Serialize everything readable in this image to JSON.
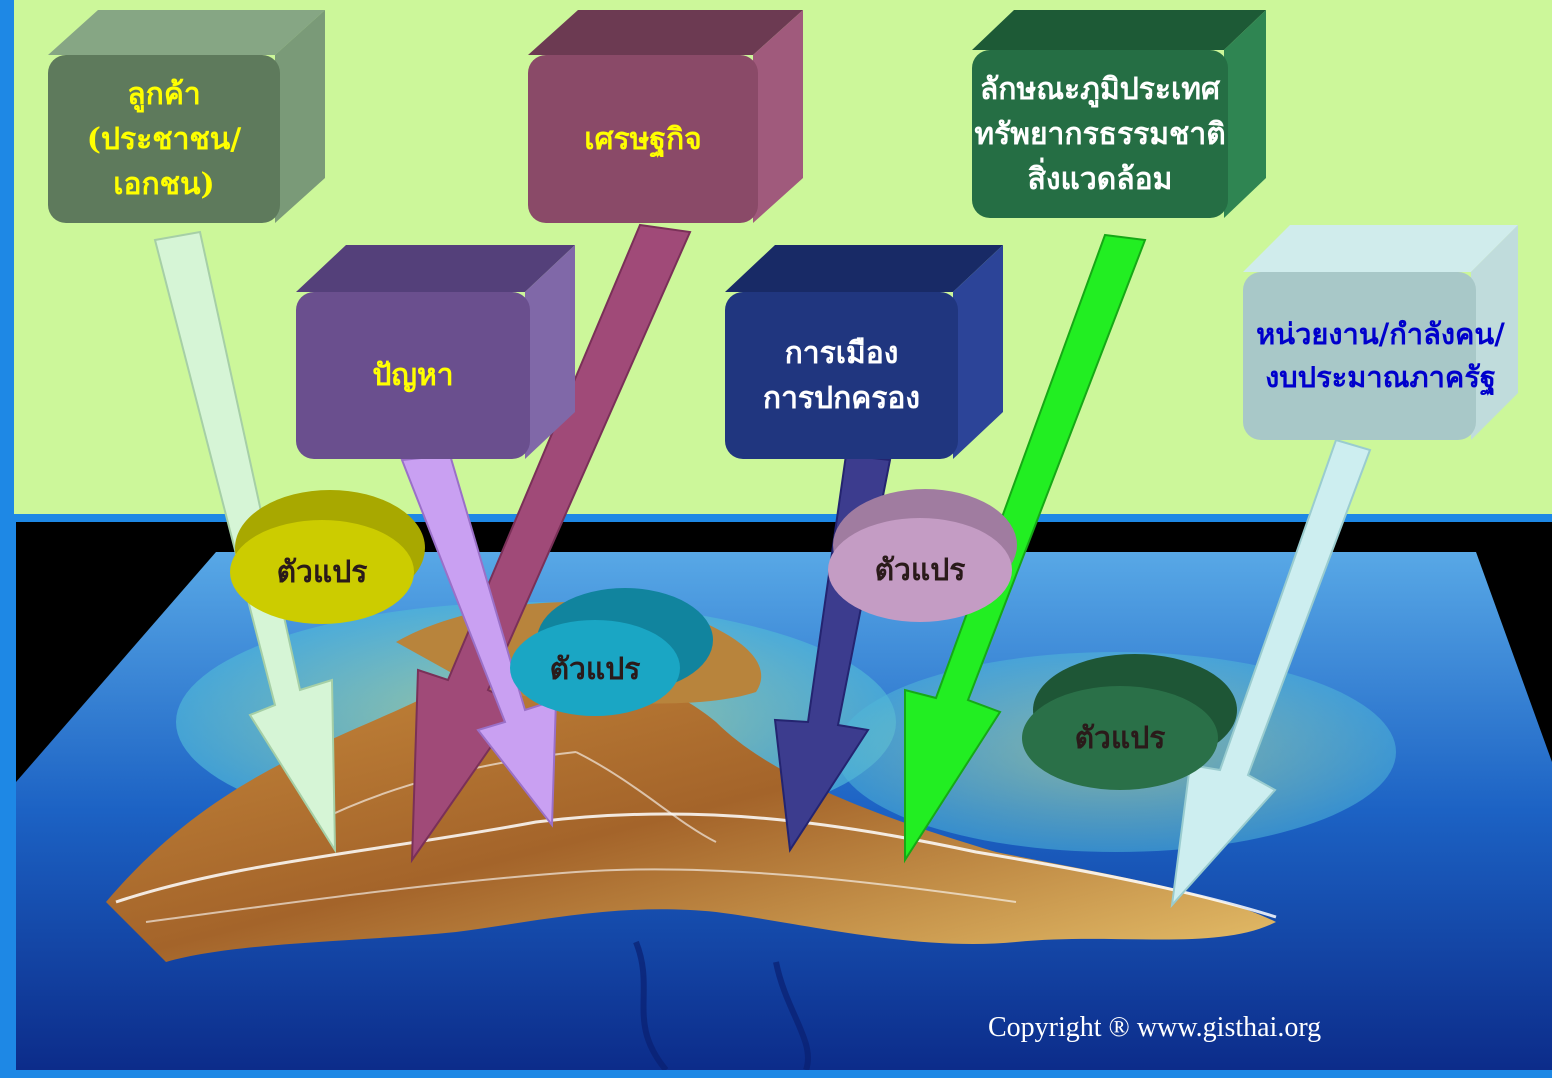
{
  "boxes": [
    {
      "lines": [
        "ลูกค้า",
        "(ประชาชน/เอกชน)"
      ],
      "text_color": "#ffff00",
      "front": "#5e7a5c",
      "side": "#7a9a78",
      "top": "#86a684"
    },
    {
      "lines": [
        "เศรษฐกิจ"
      ],
      "text_color": "#ffff00",
      "front": "#8a4a68",
      "side": "#a05a7c",
      "top": "#6c3a52"
    },
    {
      "lines": [
        "ลักษณะภูมิประเทศ",
        "ทรัพยากรธรรมชาติ",
        "สิ่งแวดล้อม"
      ],
      "text_color": "#ffffff",
      "front": "#256e44",
      "side": "#2f8552",
      "top": "#1d5a36"
    },
    {
      "lines": [
        "ปัญหา"
      ],
      "text_color": "#ffff00",
      "front": "#6a4f8e",
      "side": "#8068a8",
      "top": "#54407a"
    },
    {
      "lines": [
        "การเมือง",
        "การปกครอง"
      ],
      "text_color": "#ffffff",
      "front": "#20367f",
      "side": "#2c4498",
      "top": "#182a66"
    },
    {
      "lines": [
        "หน่วยงาน/กำลังคน/",
        "งบประมาณภาครัฐ"
      ],
      "text_color": "#0000cc",
      "front": "#a8c8c8",
      "side": "#c0dcdc",
      "top": "#d0ecec"
    }
  ],
  "variables": [
    {
      "label": "ตัวแปร",
      "color": "#cccc00"
    },
    {
      "label": "ตัวแปร",
      "color": "#1aa6c4"
    },
    {
      "label": "ตัวแปร",
      "color": "#c49cc4"
    },
    {
      "label": "ตัวแปร",
      "color": "#2a7048"
    }
  ],
  "copyright": "Copyright ® www.gisthai.org",
  "colors": {
    "background_top": "#ccf79a",
    "frame_border": "#1e88e5",
    "arrow_customer": "#d6f5d6",
    "arrow_economy": "#a04a78",
    "arrow_problem": "#c9a0f2",
    "arrow_politics": "#3c3c8e",
    "arrow_terrain": "#22ee22",
    "arrow_agency": "#cdeef0"
  },
  "icons": [
    "3d-box",
    "down-arrow",
    "terrain-map"
  ]
}
